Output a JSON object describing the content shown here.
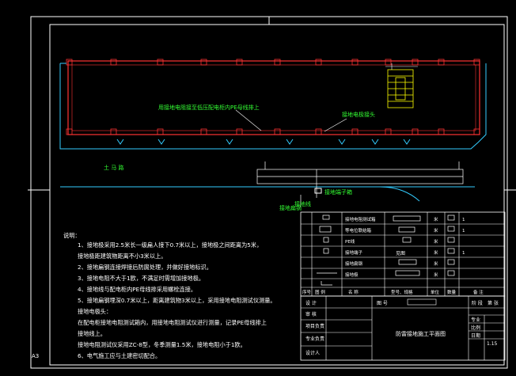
{
  "sheet": {
    "size_label": "A3"
  },
  "plan_labels": {
    "callout_plc_text": "用接地电阻接至低压配电柜内PE母线排上",
    "callout_electrode": "接地电极接头",
    "road_label": "土 马 路",
    "equipotential_box": "接地端子箱",
    "grounding_wire": "接地线",
    "grounding_bar": "接地扁钢"
  },
  "legend": {
    "rows": [
      {
        "name": "接地电阻测试箱",
        "qty": "1"
      },
      {
        "name": "等电位联结箱",
        "qty": "1"
      },
      {
        "name": "PE线",
        "qty": ""
      },
      {
        "name": "接地端子",
        "qty": "1"
      },
      {
        "name": "接地扁钢",
        "qty": ""
      },
      {
        "name": "接地极",
        "qty": ""
      }
    ],
    "spec_sample": "见图",
    "unit_sample": "米",
    "header": [
      "序号",
      "图 例",
      "名  称",
      "型号、规格",
      "单位",
      "数量",
      "备  注"
    ]
  },
  "notes": {
    "heading": "说明：",
    "lines": [
      "1、接地极采用2.5米长一级扁人接下0.7米以上，接地极之间距离为5米，",
      "   接地极距建筑物距离不小3米以上。",
      "2、接地扁钢连接焊接后防腐处理，并做好接地标识。",
      "3、接地电阻不大于1欧，不满足时需增加接地极。",
      "4、接地线与配电柜内PE母线排采用螺栓连接。",
      "5、接地扁钢埋深0.7米以上，距离建筑物3米以上，采用接地电阻测试仪测量。",
      "   接地电极头：",
      "   在配电柜接地电阻测试箱内，用接地电阻测试仪进行测量，记录PE母线排上",
      "   接地线上。",
      "   接地电阻测试仪采用ZC-8型，冬季测量1.5米，接地电阻小于1欧。",
      "6、电气施工应与土建密切配合。"
    ]
  },
  "title_block": {
    "design_unit_label": "设 计",
    "drawing_no_label": "图 号",
    "review_label": "审 核",
    "project_leader": "项目负责",
    "professional_leader": "专业负责",
    "designer": "设计人",
    "drawing_title": "防雷接地施工平面图",
    "stage_label": "阶 段",
    "sheet_label": "第 张",
    "major_label": "专业",
    "scale_label": "比例",
    "date_label": "日期",
    "date_value": "1.15",
    "drawing_no_value": ""
  }
}
